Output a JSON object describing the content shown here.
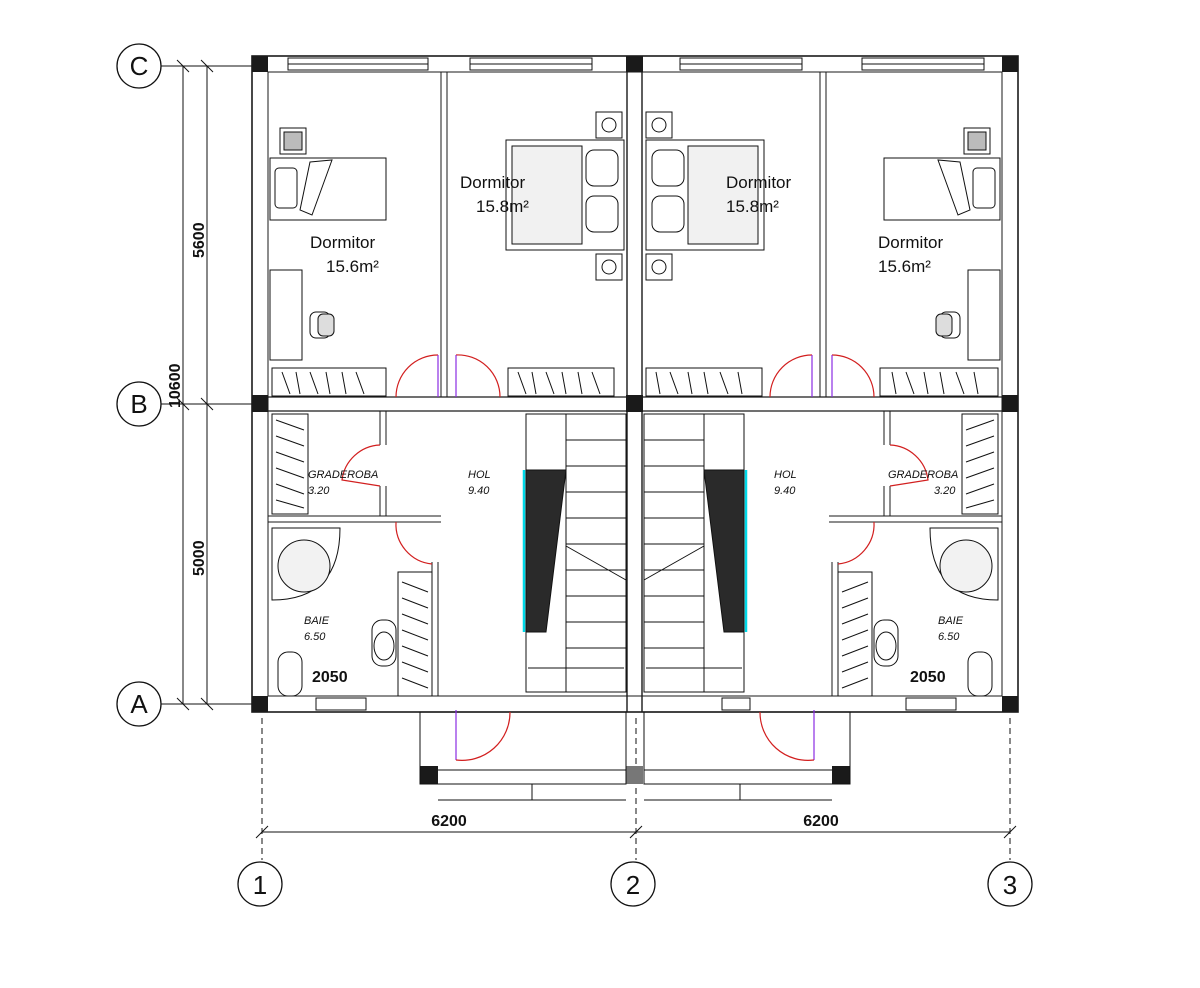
{
  "axes": {
    "rows": [
      "C",
      "B",
      "A"
    ],
    "cols": [
      "1",
      "2",
      "3"
    ]
  },
  "dimensions": {
    "vertical_total": "10600",
    "vertical_upper": "5600",
    "vertical_lower": "5000",
    "horizontal_left": "6200",
    "horizontal_right": "6200",
    "bath_width_left": "2050",
    "bath_width_right": "2050"
  },
  "rooms": {
    "bedroom_left_small": {
      "name": "Dormitor",
      "area": "15.6m²"
    },
    "bedroom_left_master": {
      "name": "Dormitor",
      "area": "15.8m²"
    },
    "bedroom_right_master": {
      "name": "Dormitor",
      "area": "15.8m²"
    },
    "bedroom_right_small": {
      "name": "Dormitor",
      "area": "15.6m²"
    },
    "wardrobe_left": {
      "name": "GRADEROBA",
      "area": "3.20"
    },
    "hall_left": {
      "name": "HOL",
      "area": "9.40"
    },
    "hall_right": {
      "name": "HOL",
      "area": "9.40"
    },
    "wardrobe_right": {
      "name": "GRADEROBA",
      "area": "3.20"
    },
    "bath_left": {
      "name": "BAIE",
      "area": "6.50"
    },
    "bath_right": {
      "name": "BAIE",
      "area": "6.50"
    }
  },
  "colors": {
    "wall": "#1a1a1a",
    "door_swing": "#d21f1f",
    "door_leaf": "#8a2be2",
    "stair_accent": "#00d8e8"
  }
}
